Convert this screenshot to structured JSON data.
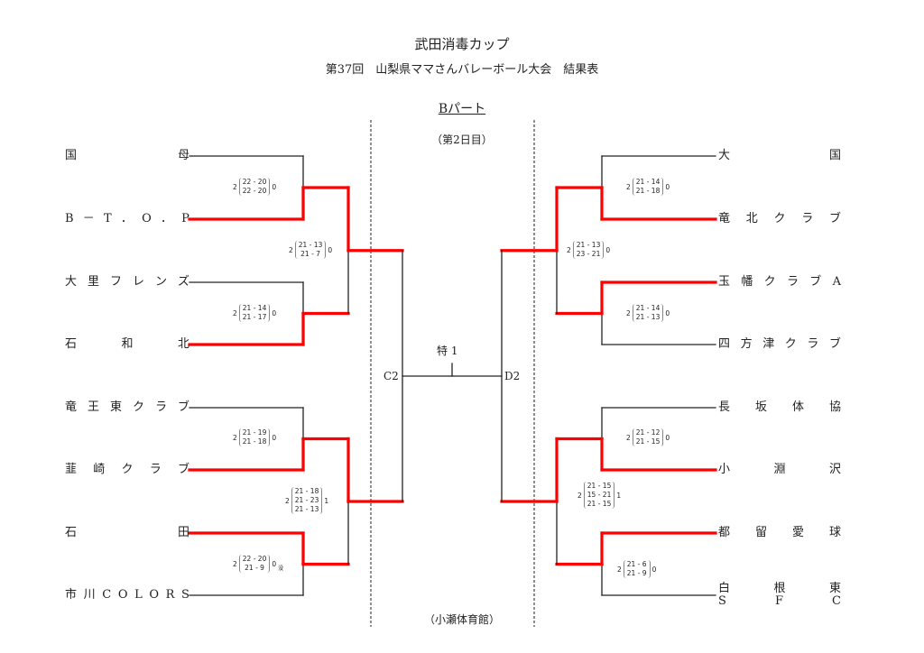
{
  "header": {
    "title": "武田消毒カップ",
    "subtitle": "第37回　山梨県ママさんバレーボール大会　結果表",
    "part": "Bパート",
    "day": "（第2日目）",
    "venue": "（小瀬体育館）"
  },
  "center": {
    "final_label": "特 1",
    "left_label": "C2",
    "right_label": "D2"
  },
  "colors": {
    "winner_line": "#ff0000",
    "line": "#222222"
  },
  "left": {
    "teams": [
      {
        "name": [
          "国",
          "母"
        ],
        "winner": false
      },
      {
        "name": [
          "B",
          "－",
          "T",
          "．",
          "O",
          "．",
          "P"
        ],
        "winner": true
      },
      {
        "name": [
          "大",
          "里",
          "フ",
          "レ",
          "ン",
          "ズ"
        ],
        "winner": false
      },
      {
        "name": [
          "石",
          "和",
          "北"
        ],
        "winner": true
      },
      {
        "name": [
          "竜",
          "王",
          "東",
          "ク",
          "ラ",
          "ブ"
        ],
        "winner": false
      },
      {
        "name": [
          "韮",
          "崎",
          "ク",
          "ラ",
          "ブ"
        ],
        "winner": true
      },
      {
        "name": [
          "石",
          "田"
        ],
        "winner": true
      },
      {
        "name": [
          "市",
          "川",
          "C",
          "O",
          "L",
          "O",
          "R",
          "S"
        ],
        "winner": false
      }
    ],
    "matches": [
      {
        "round": 1,
        "teams": [
          "国母",
          "B－T．O．P"
        ],
        "left_sets": "2",
        "right_sets": "0",
        "games": [
          "22 - 20",
          "22 - 20"
        ],
        "note": ""
      },
      {
        "round": 1,
        "teams": [
          "大里フレンズ",
          "石和北"
        ],
        "left_sets": "2",
        "right_sets": "0",
        "games": [
          "21 - 14",
          "21 - 17"
        ],
        "note": ""
      },
      {
        "round": 1,
        "teams": [
          "竜王東クラブ",
          "韮崎クラブ"
        ],
        "left_sets": "2",
        "right_sets": "0",
        "games": [
          "21 - 19",
          "21 - 18"
        ],
        "note": ""
      },
      {
        "round": 1,
        "teams": [
          "石田",
          "市川COLORS"
        ],
        "left_sets": "2",
        "right_sets": "0",
        "games": [
          "22 - 20",
          "21 - 9"
        ],
        "note": "没"
      },
      {
        "round": 2,
        "teams": [
          "B－T．O．P",
          "石和北"
        ],
        "left_sets": "2",
        "right_sets": "0",
        "games": [
          "21 - 13",
          "21 - 7"
        ],
        "note": ""
      },
      {
        "round": 2,
        "teams": [
          "韮崎クラブ",
          "石田"
        ],
        "left_sets": "2",
        "right_sets": "1",
        "games": [
          "21 - 18",
          "21 - 23",
          "21 - 13"
        ],
        "note": ""
      }
    ]
  },
  "right": {
    "teams": [
      {
        "name": [
          "大",
          "国"
        ],
        "winner": false
      },
      {
        "name": [
          "竜",
          "北",
          "ク",
          "ラ",
          "ブ"
        ],
        "winner": true
      },
      {
        "name": [
          "玉",
          "幡",
          "ク",
          "ラ",
          "ブ",
          "A"
        ],
        "winner": true
      },
      {
        "name": [
          "四",
          "方",
          "津",
          "ク",
          "ラ",
          "ブ"
        ],
        "winner": false
      },
      {
        "name": [
          "長",
          "坂",
          "体",
          "協"
        ],
        "winner": false
      },
      {
        "name": [
          "小",
          "淵",
          "沢"
        ],
        "winner": true
      },
      {
        "name": [
          "都",
          "留",
          "愛",
          "球"
        ],
        "winner": true
      },
      {
        "name": [
          "白",
          "根",
          "東"
        ],
        "name2": [
          "S",
          "F",
          "C"
        ],
        "winner": false
      }
    ],
    "matches": [
      {
        "round": 1,
        "teams": [
          "大国",
          "竜北クラブ"
        ],
        "left_sets": "2",
        "right_sets": "0",
        "games": [
          "21 - 14",
          "21 - 18"
        ],
        "note": ""
      },
      {
        "round": 1,
        "teams": [
          "玉幡クラブA",
          "四方津クラブ"
        ],
        "left_sets": "2",
        "right_sets": "0",
        "games": [
          "21 - 14",
          "21 - 13"
        ],
        "note": ""
      },
      {
        "round": 1,
        "teams": [
          "長坂体協",
          "小淵沢"
        ],
        "left_sets": "2",
        "right_sets": "0",
        "games": [
          "21 - 12",
          "21 - 15"
        ],
        "note": ""
      },
      {
        "round": 1,
        "teams": [
          "都留愛球",
          "白根東SFC"
        ],
        "left_sets": "2",
        "right_sets": "0",
        "games": [
          "21 - 6",
          "21 - 9"
        ],
        "note": ""
      },
      {
        "round": 2,
        "teams": [
          "竜北クラブ",
          "玉幡クラブA"
        ],
        "left_sets": "2",
        "right_sets": "0",
        "games": [
          "21 - 13",
          "23 - 21"
        ],
        "note": ""
      },
      {
        "round": 2,
        "teams": [
          "小淵沢",
          "都留愛球"
        ],
        "left_sets": "2",
        "right_sets": "1",
        "games": [
          "21 - 15",
          "15 - 21",
          "21 - 15"
        ],
        "note": ""
      }
    ]
  }
}
